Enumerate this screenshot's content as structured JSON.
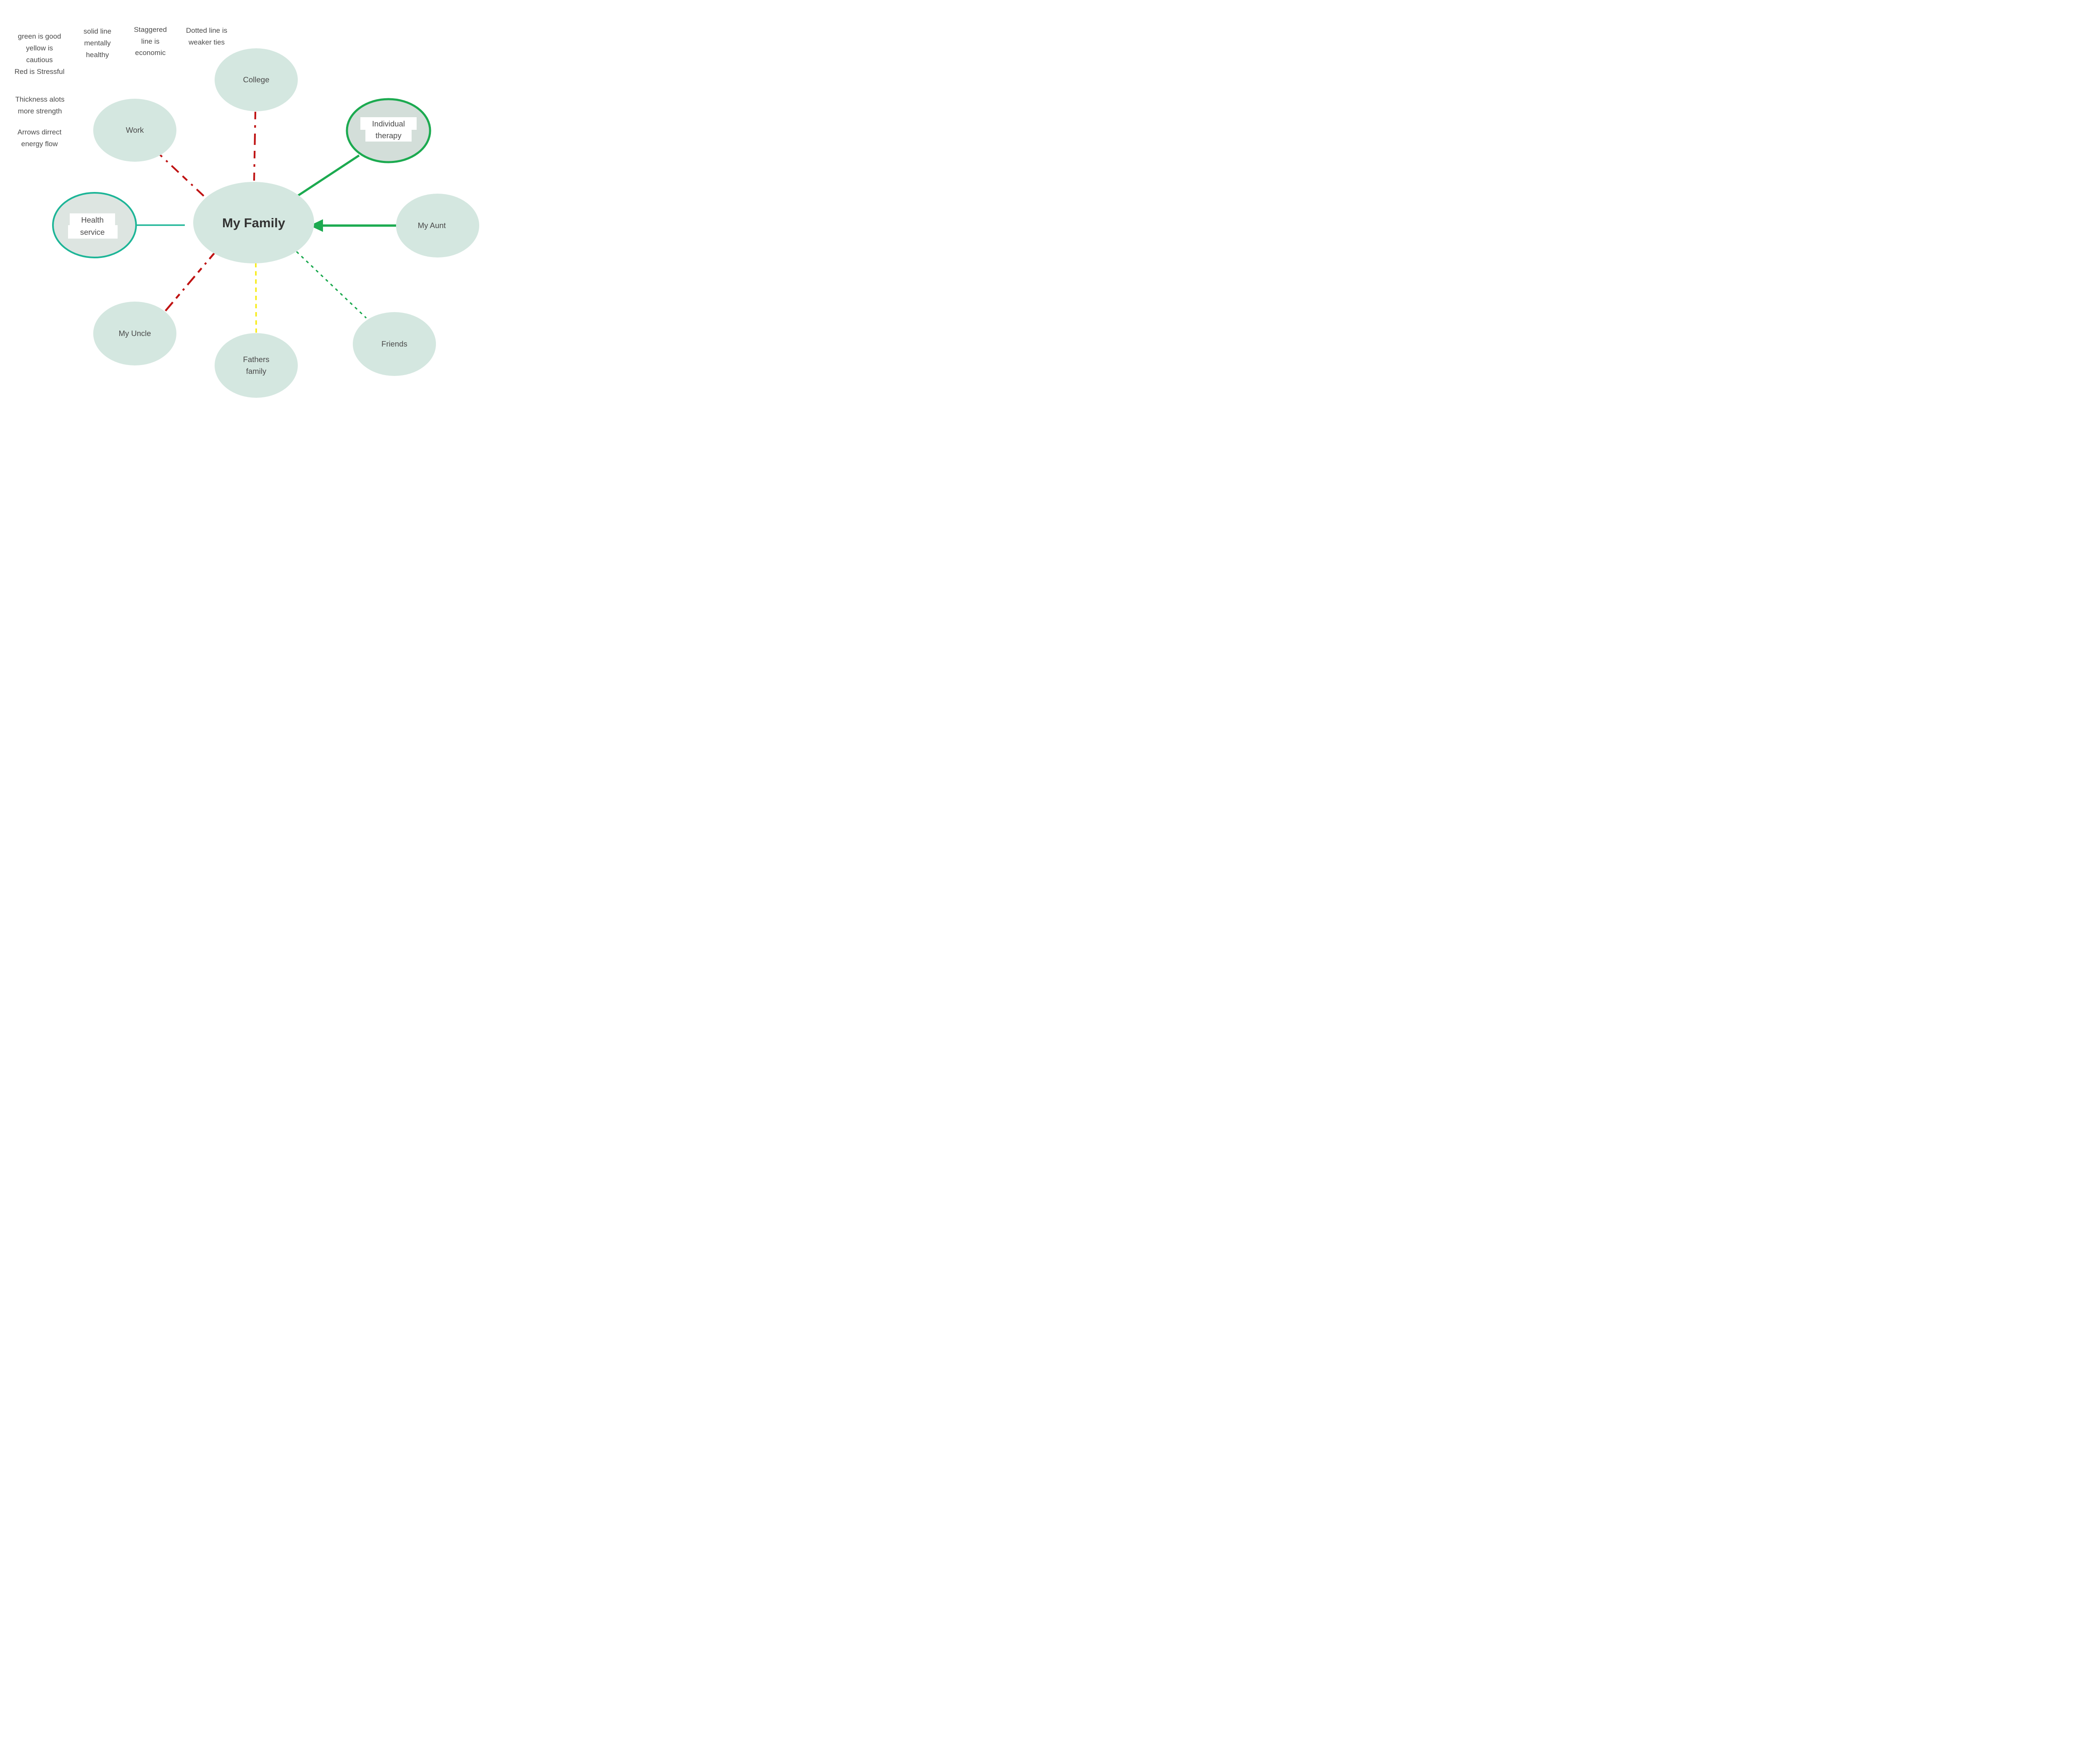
{
  "colors": {
    "mint": "#d4e7e0",
    "mint_gray": "#d3ded9",
    "mint_light": "#dde5e1",
    "green": "#1caa50",
    "green_dotted": "#17a74c",
    "teal": "#1db597",
    "red": "#bf1313",
    "yellow": "#f7ec13",
    "green_text": "#18a04b",
    "yellow_text": "#f6ec00",
    "red_text": "#ea1010",
    "label_text": "#4a4a4a",
    "center_text": "#333333"
  },
  "legend": {
    "color_key": {
      "green": "green is good",
      "yellow_line1": "yellow is",
      "yellow_line2": "cautious",
      "red": "Red is Stressful"
    },
    "line_key": {
      "solid_line1": "solid line",
      "solid_line2": "mentally",
      "solid_line3": "healthy",
      "staggered_line1": "Staggered",
      "staggered_line2": "line is",
      "staggered_line3": "economic",
      "dotted_line1": "Dotted line is",
      "dotted_line2": "weaker ties"
    },
    "notes": {
      "thickness_line1": "Thickness alots",
      "thickness_line2": "more strength",
      "arrows_line1": "Arrows dirrect",
      "arrows_line2": "energy flow"
    }
  },
  "nodes": {
    "center": {
      "label": "My Family"
    },
    "college": {
      "label": "College"
    },
    "work": {
      "label": "Work"
    },
    "individual_therapy": {
      "line1": "Individual",
      "line2": "therapy"
    },
    "health_service": {
      "line1": "Health",
      "line2": "service"
    },
    "my_aunt": {
      "label": "My Aunt"
    },
    "my_uncle": {
      "label": "My Uncle"
    },
    "fathers_family": {
      "line1": "Fathers",
      "line2": "family"
    },
    "friends": {
      "label": "Friends"
    }
  },
  "edges": [
    {
      "id": "college-family",
      "from": "College",
      "to": "My Family",
      "style": "staggered",
      "color": "#bf1313"
    },
    {
      "id": "work-family",
      "from": "Work",
      "to": "My Family",
      "style": "staggered",
      "color": "#bf1313"
    },
    {
      "id": "therapy-family",
      "from": "Individual therapy",
      "to": "My Family",
      "style": "solid-thick",
      "color": "#1caa50"
    },
    {
      "id": "aunt-family",
      "from": "My Aunt",
      "to": "My Family",
      "style": "solid-thick-arrow",
      "color": "#1caa50"
    },
    {
      "id": "health-family",
      "from": "Health service",
      "to": "My Family",
      "style": "solid",
      "color": "#1db597"
    },
    {
      "id": "uncle-family",
      "from": "My Uncle",
      "to": "My Family",
      "style": "staggered",
      "color": "#bf1313"
    },
    {
      "id": "fathers-family",
      "from": "Fathers family",
      "to": "My Family",
      "style": "dashed",
      "color": "#f7ec13"
    },
    {
      "id": "friends-family",
      "from": "Friends",
      "to": "My Family",
      "style": "dotted",
      "color": "#17a74c"
    }
  ]
}
